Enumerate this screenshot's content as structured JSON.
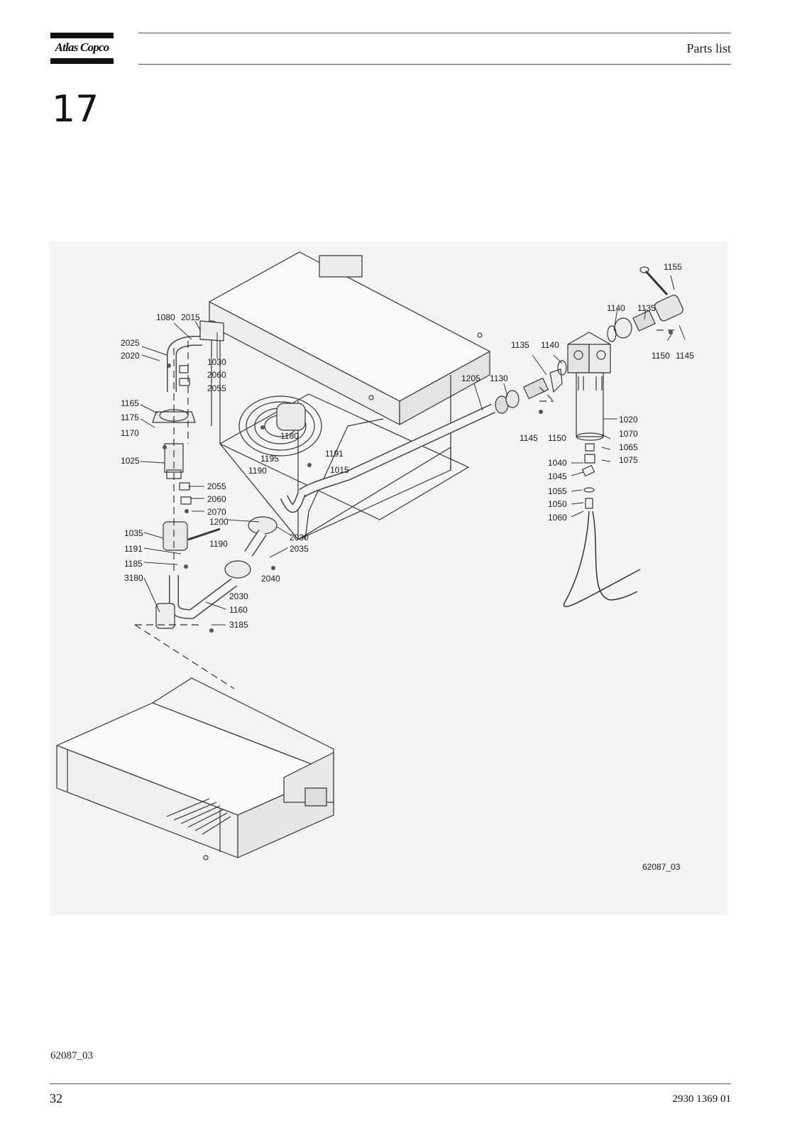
{
  "header": {
    "brand": "Atlas Copco",
    "title": "Parts list"
  },
  "section_number": "17",
  "figure": {
    "drawing_id": "62087_03",
    "callouts": [
      {
        "id": "c1155",
        "text": "1155"
      },
      {
        "id": "c1140a",
        "text": "1140"
      },
      {
        "id": "c1135a",
        "text": "1135"
      },
      {
        "id": "c1150a",
        "text": "1150"
      },
      {
        "id": "c1145a",
        "text": "1145"
      },
      {
        "id": "c1135b",
        "text": "1135"
      },
      {
        "id": "c1140b",
        "text": "1140"
      },
      {
        "id": "c1205",
        "text": "1205"
      },
      {
        "id": "c1130",
        "text": "1130"
      },
      {
        "id": "c1145b",
        "text": "1145"
      },
      {
        "id": "c1150b",
        "text": "1150"
      },
      {
        "id": "c1020",
        "text": "1020"
      },
      {
        "id": "c1070",
        "text": "1070"
      },
      {
        "id": "c1065",
        "text": "1065"
      },
      {
        "id": "c1075",
        "text": "1075"
      },
      {
        "id": "c1040",
        "text": "1040"
      },
      {
        "id": "c1045",
        "text": "1045"
      },
      {
        "id": "c1055",
        "text": "1055"
      },
      {
        "id": "c1050",
        "text": "1050"
      },
      {
        "id": "c1060",
        "text": "1060"
      },
      {
        "id": "c1080",
        "text": "1080"
      },
      {
        "id": "c2015",
        "text": "2015"
      },
      {
        "id": "c2025",
        "text": "2025"
      },
      {
        "id": "c2020",
        "text": "2020"
      },
      {
        "id": "c1030",
        "text": "1030"
      },
      {
        "id": "c2060a",
        "text": "2060"
      },
      {
        "id": "c2055a",
        "text": "2055"
      },
      {
        "id": "c1165",
        "text": "1165"
      },
      {
        "id": "c1175",
        "text": "1175"
      },
      {
        "id": "c1170",
        "text": "1170"
      },
      {
        "id": "c1180",
        "text": "1180"
      },
      {
        "id": "c1191a",
        "text": "1191"
      },
      {
        "id": "c1195",
        "text": "1195"
      },
      {
        "id": "c1190a",
        "text": "1190"
      },
      {
        "id": "c1015",
        "text": "1015"
      },
      {
        "id": "c1025",
        "text": "1025"
      },
      {
        "id": "c2055b",
        "text": "2055"
      },
      {
        "id": "c2060b",
        "text": "2060"
      },
      {
        "id": "c2070",
        "text": "2070"
      },
      {
        "id": "c1200",
        "text": "1200"
      },
      {
        "id": "c2030a",
        "text": "2030"
      },
      {
        "id": "c2035",
        "text": "2035"
      },
      {
        "id": "c1035",
        "text": "1035"
      },
      {
        "id": "c1190b",
        "text": "1190"
      },
      {
        "id": "c1191b",
        "text": "1191"
      },
      {
        "id": "c1185",
        "text": "1185"
      },
      {
        "id": "c2040",
        "text": "2040"
      },
      {
        "id": "c3180",
        "text": "3180"
      },
      {
        "id": "c2030b",
        "text": "2030"
      },
      {
        "id": "c1160",
        "text": "1160"
      },
      {
        "id": "c3185",
        "text": "3185"
      }
    ]
  },
  "footer": {
    "figure_ref": "62087_03",
    "page_number": "32",
    "document_number": "2930 1369 01"
  }
}
